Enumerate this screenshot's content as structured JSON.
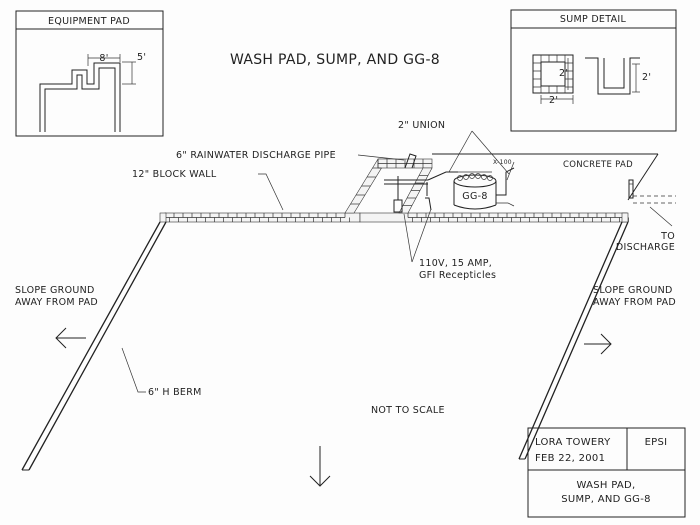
{
  "title": "WASH PAD, SUMP, AND GG-8",
  "equipment_pad_detail": {
    "heading": "EQUIPMENT PAD",
    "dim_width": "8'",
    "dim_height": "5'"
  },
  "sump_detail": {
    "heading": "SUMP DETAIL",
    "dim_depth_left": "2'",
    "dim_width": "2'",
    "dim_depth_right": "2'"
  },
  "labels": {
    "union": "2\" UNION",
    "rainwater_pipe": "6\" RAINWATER DISCHARGE PIPE",
    "block_wall": "12\" BLOCK WALL",
    "concrete_pad": "CONCRETE PAD",
    "to_discharge_line1": "TO",
    "to_discharge_line2": "DISCHARGE",
    "receptacles_line1": "110V, 15 AMP,",
    "receptacles_line2": "GFI Recepticles",
    "slope_left_line1": "SLOPE GROUND",
    "slope_left_line2": "AWAY FROM PAD",
    "slope_right_line1": "SLOPE GROUND",
    "slope_right_line2": "AWAY FROM PAD",
    "berm": "6\" H BERM",
    "not_to_scale": "NOT TO SCALE",
    "unit_label": "GG-8",
    "valve_label": "X-100"
  },
  "title_block": {
    "author": "LORA TOWERY",
    "date": "FEB 22, 2001",
    "company": "EPSI",
    "sheet_title_line1": "WASH PAD,",
    "sheet_title_line2": "SUMP, AND GG-8"
  }
}
